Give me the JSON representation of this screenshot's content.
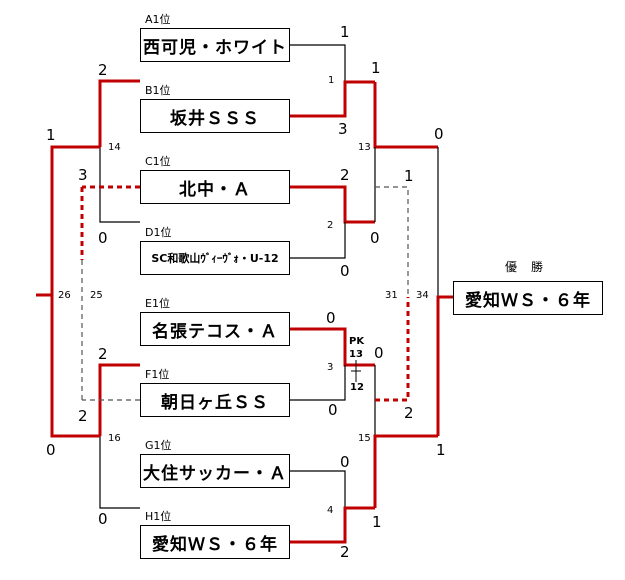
{
  "teams": [
    {
      "seed": "A1位",
      "name": "西可児・ホワイト"
    },
    {
      "seed": "B1位",
      "name": "坂井ＳＳＳ"
    },
    {
      "seed": "C1位",
      "name": "北中・Ａ"
    },
    {
      "seed": "D1位",
      "name": "SC和歌山ｳﾞｨｰｳﾞｫ・U-12"
    },
    {
      "seed": "E1位",
      "name": "名張テコス・Ａ"
    },
    {
      "seed": "F1位",
      "name": "朝日ヶ丘ＳＳ"
    },
    {
      "seed": "G1位",
      "name": "大住サッカー・Ａ"
    },
    {
      "seed": "H1位",
      "name": "愛知ＷＳ・６年"
    }
  ],
  "champion": {
    "title": "優勝",
    "name": "愛知ＷＳ・６年"
  },
  "match_numbers": [
    "1",
    "2",
    "3",
    "4",
    "13",
    "14",
    "15",
    "16",
    "25",
    "26",
    "31",
    "34"
  ],
  "scores": [
    "1",
    "3",
    "2",
    "0",
    "0",
    "0",
    "0",
    "2",
    "1",
    "0",
    "1",
    "0",
    "0",
    "1",
    "2",
    "1",
    "2",
    "0",
    "1",
    "3",
    "2",
    "0",
    "2",
    "0"
  ],
  "pk": {
    "label": "PK",
    "top": "13",
    "bottom": "12"
  },
  "colors": {
    "win": "#c00000",
    "normal": "#000000",
    "dashed": "#555555"
  }
}
